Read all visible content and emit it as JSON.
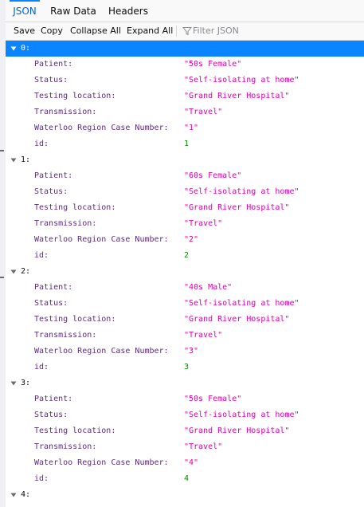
{
  "tabs": [
    {
      "label": "JSON",
      "active": true
    },
    {
      "label": "Raw Data",
      "active": false
    },
    {
      "label": "Headers",
      "active": false
    }
  ],
  "toolbar": {
    "save": "Save",
    "copy": "Copy",
    "collapse_all": "Collapse All",
    "expand_all": "Expand All",
    "filter_placeholder": "Filter JSON"
  },
  "colors": {
    "accent": "#0a84ff",
    "string": "#dd00a9",
    "number": "#058b00",
    "key": "#5b2d7a"
  },
  "records": [
    {
      "key": "0:",
      "selected": true,
      "props": [
        {
          "key": "Patient:",
          "value": "\"50s Female\"",
          "type": "string"
        },
        {
          "key": "Status:",
          "value": "\"Self-isolating at home\"",
          "type": "string"
        },
        {
          "key": "Testing location:",
          "value": "\"Grand River Hospital\"",
          "type": "string"
        },
        {
          "key": "Transmission:",
          "value": "\"Travel\"",
          "type": "string"
        },
        {
          "key": "Waterloo Region Case Number:",
          "value": "\"1\"",
          "type": "string"
        },
        {
          "key": "id:",
          "value": "1",
          "type": "number"
        }
      ]
    },
    {
      "key": "1:",
      "selected": false,
      "props": [
        {
          "key": "Patient:",
          "value": "\"60s Female\"",
          "type": "string"
        },
        {
          "key": "Status:",
          "value": "\"Self-isolating at home\"",
          "type": "string"
        },
        {
          "key": "Testing location:",
          "value": "\"Grand River Hospital\"",
          "type": "string"
        },
        {
          "key": "Transmission:",
          "value": "\"Travel\"",
          "type": "string"
        },
        {
          "key": "Waterloo Region Case Number:",
          "value": "\"2\"",
          "type": "string"
        },
        {
          "key": "id:",
          "value": "2",
          "type": "number"
        }
      ]
    },
    {
      "key": "2:",
      "selected": false,
      "props": [
        {
          "key": "Patient:",
          "value": "\"40s Male\"",
          "type": "string"
        },
        {
          "key": "Status:",
          "value": "\"Self-isolating at home\"",
          "type": "string"
        },
        {
          "key": "Testing location:",
          "value": "\"Grand River Hospital\"",
          "type": "string"
        },
        {
          "key": "Transmission:",
          "value": "\"Travel\"",
          "type": "string"
        },
        {
          "key": "Waterloo Region Case Number:",
          "value": "\"3\"",
          "type": "string"
        },
        {
          "key": "id:",
          "value": "3",
          "type": "number"
        }
      ]
    },
    {
      "key": "3:",
      "selected": false,
      "props": [
        {
          "key": "Patient:",
          "value": "\"50s Female\"",
          "type": "string"
        },
        {
          "key": "Status:",
          "value": "\"Self-isolating at home\"",
          "type": "string"
        },
        {
          "key": "Testing location:",
          "value": "\"Grand River Hospital\"",
          "type": "string"
        },
        {
          "key": "Transmission:",
          "value": "\"Travel\"",
          "type": "string"
        },
        {
          "key": "Waterloo Region Case Number:",
          "value": "\"4\"",
          "type": "string"
        },
        {
          "key": "id:",
          "value": "4",
          "type": "number"
        }
      ]
    },
    {
      "key": "4:",
      "selected": false,
      "props": []
    }
  ]
}
